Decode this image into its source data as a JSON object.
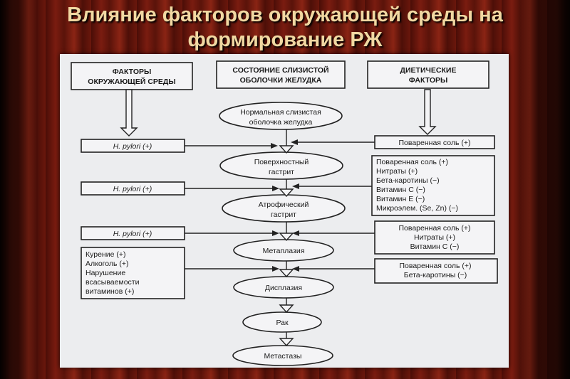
{
  "title": {
    "line1": "Влияние факторов окружающей среды  на",
    "line2": "формирование РЖ"
  },
  "headers": {
    "environment": [
      "ФАКТОРЫ",
      "ОКРУЖАЮЩЕЙ СРЕДЫ"
    ],
    "mucosa": [
      "СОСТОЯНИЕ СЛИЗИСТОЙ",
      "ОБОЛОЧКИ ЖЕЛУДКА"
    ],
    "diet": [
      "ДИЕТИЧЕСКИЕ",
      "ФАКТОРЫ"
    ]
  },
  "stages": [
    [
      "Нормальная слизистая",
      "оболочка желудка"
    ],
    [
      "Поверхностный",
      "гастрит"
    ],
    [
      "Атрофический",
      "гастрит"
    ],
    [
      "Метаплазия"
    ],
    [
      "Дисплазия"
    ],
    [
      "Рак"
    ],
    [
      "Метастазы"
    ]
  ],
  "left_factors": [
    [
      "H. pylori (+)"
    ],
    [
      "H. pylori (+)"
    ],
    [
      "H. pylori (+)"
    ],
    [
      "Курение (+)",
      "Алкоголь (+)",
      "Нарушение",
      "всасываемости",
      "витаминов (+)"
    ]
  ],
  "right_factors": [
    [
      "Поваренная соль (+)"
    ],
    [
      "Поваренная соль (+)",
      "Нитраты (+)",
      "Бета-каротины (−)",
      "Витамин С (−)",
      "Витамин Е (−)",
      "Микроэлем. (Se, Zn) (−)"
    ],
    [
      "Поваренная соль (+)",
      "Нитраты (+)",
      "Витамин С (−)"
    ],
    [
      "Поваренная соль (+)",
      "Бета-каротины (−)"
    ]
  ]
}
